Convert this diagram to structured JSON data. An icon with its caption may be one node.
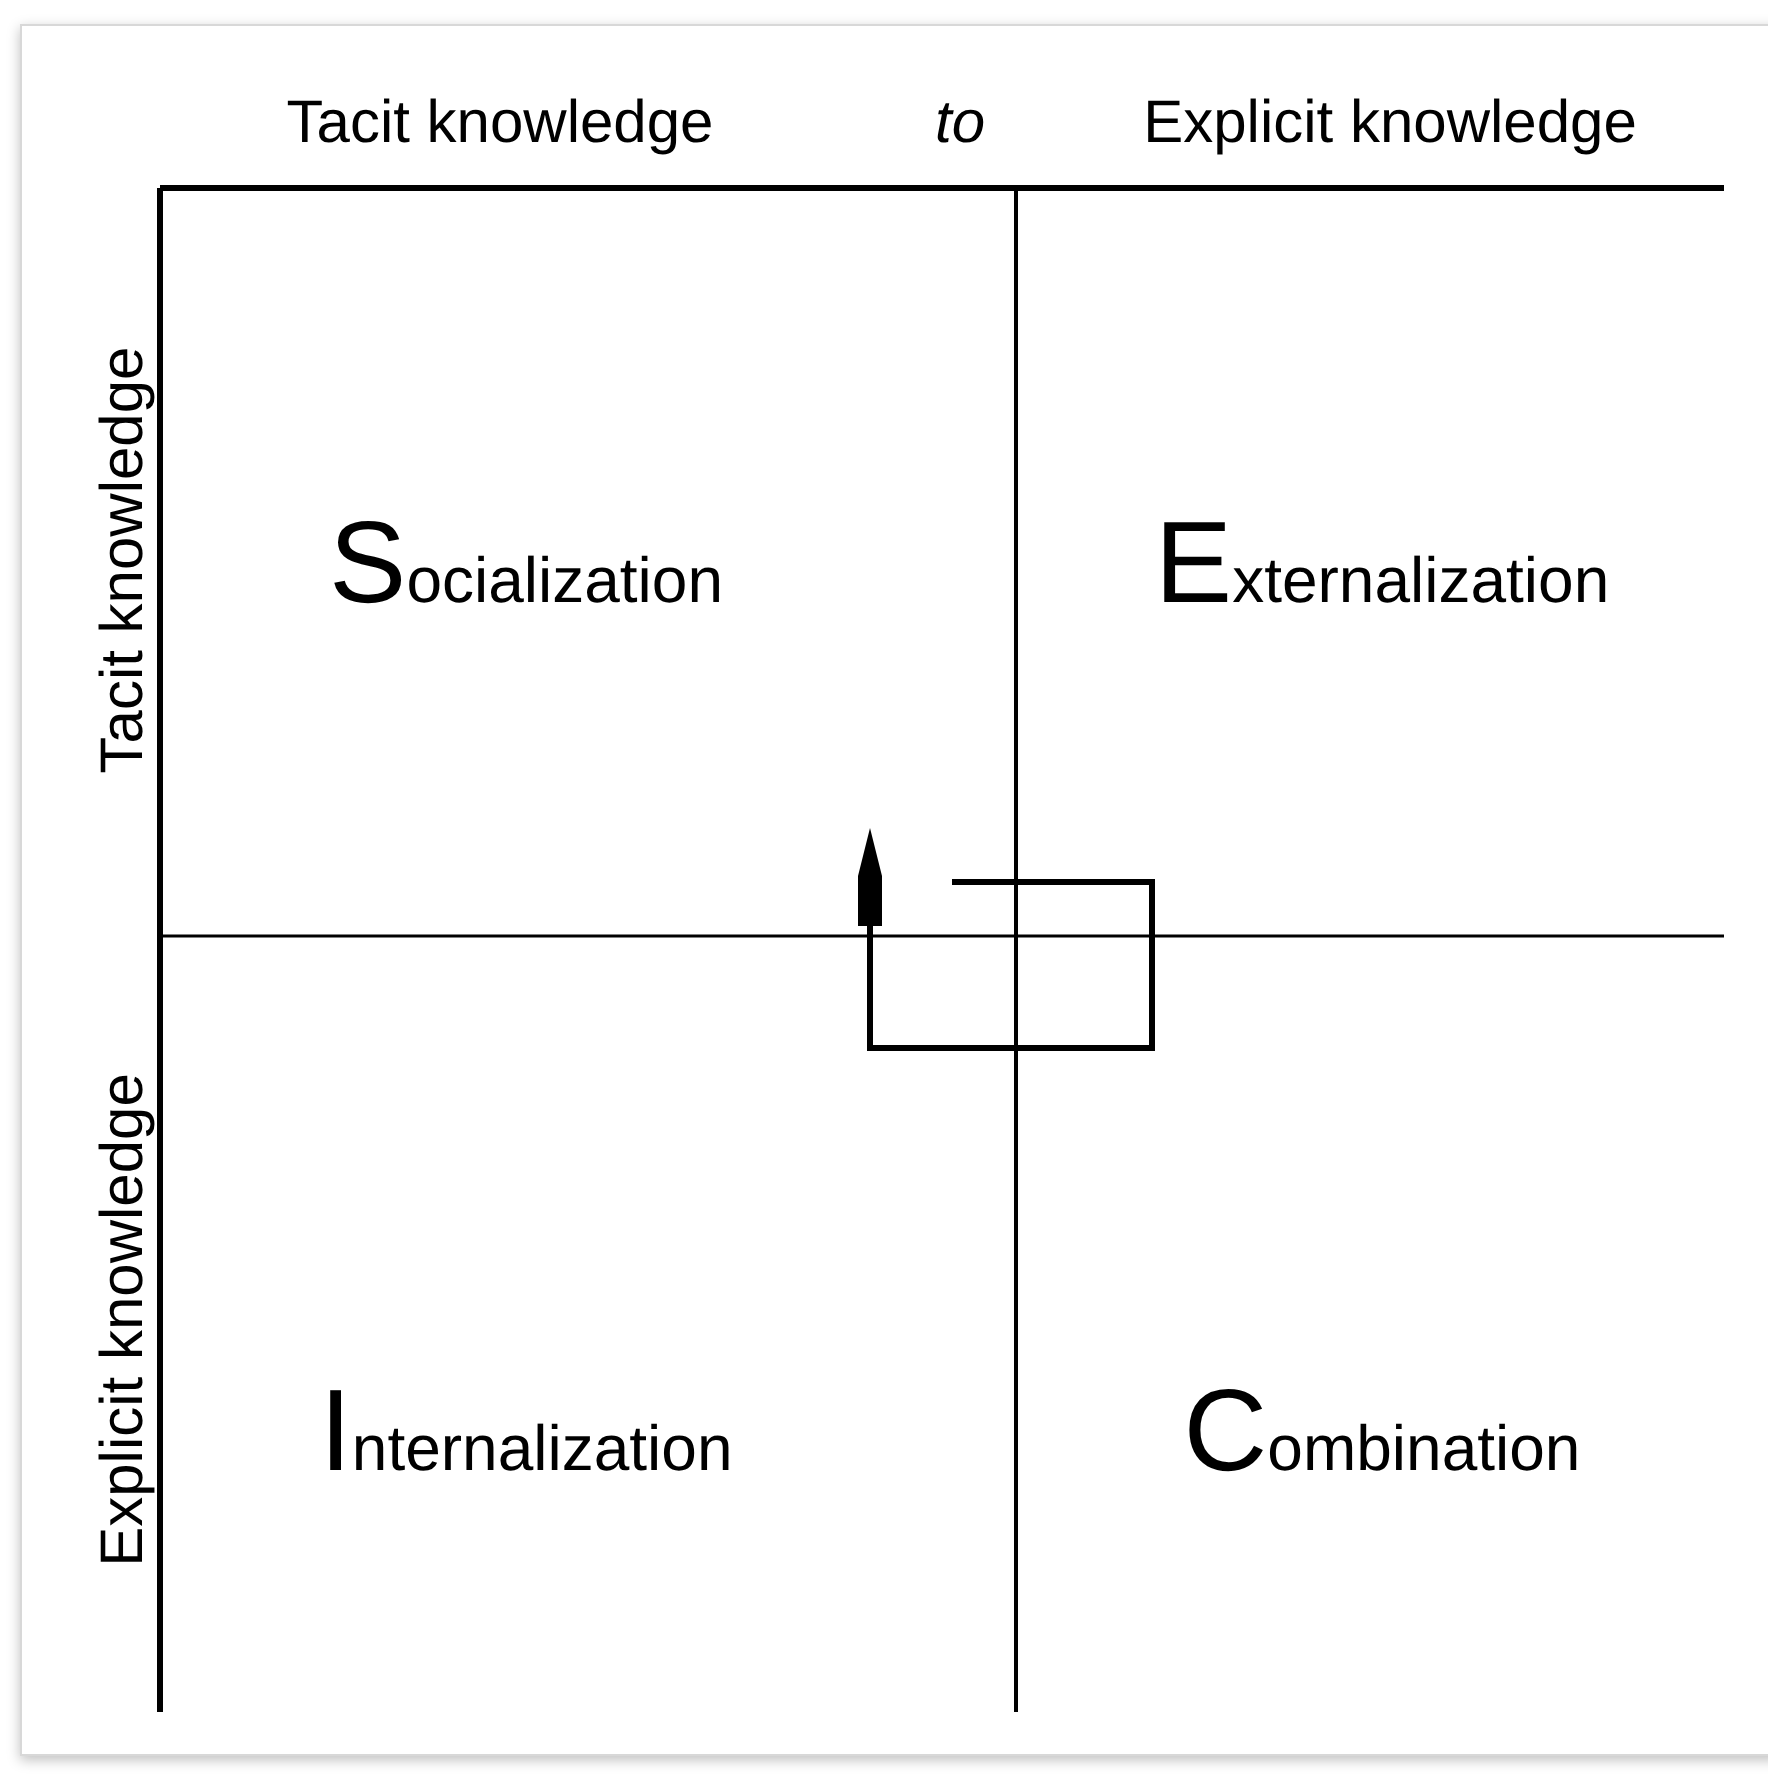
{
  "diagram": {
    "nodes": [
      {
        "text": [
          "Socialization"
        ]
      },
      {
        "text": [
          "Externalization"
        ]
      },
      {
        "text": [
          "Internalization"
        ]
      },
      {
        "text": [
          "Combination"
        ]
      }
    ],
    "labels": [
      "Tacit knowledge",
      "to",
      "Explicit knowledge",
      "Tacit knowledge",
      "Explicit knowledge"
    ]
  }
}
